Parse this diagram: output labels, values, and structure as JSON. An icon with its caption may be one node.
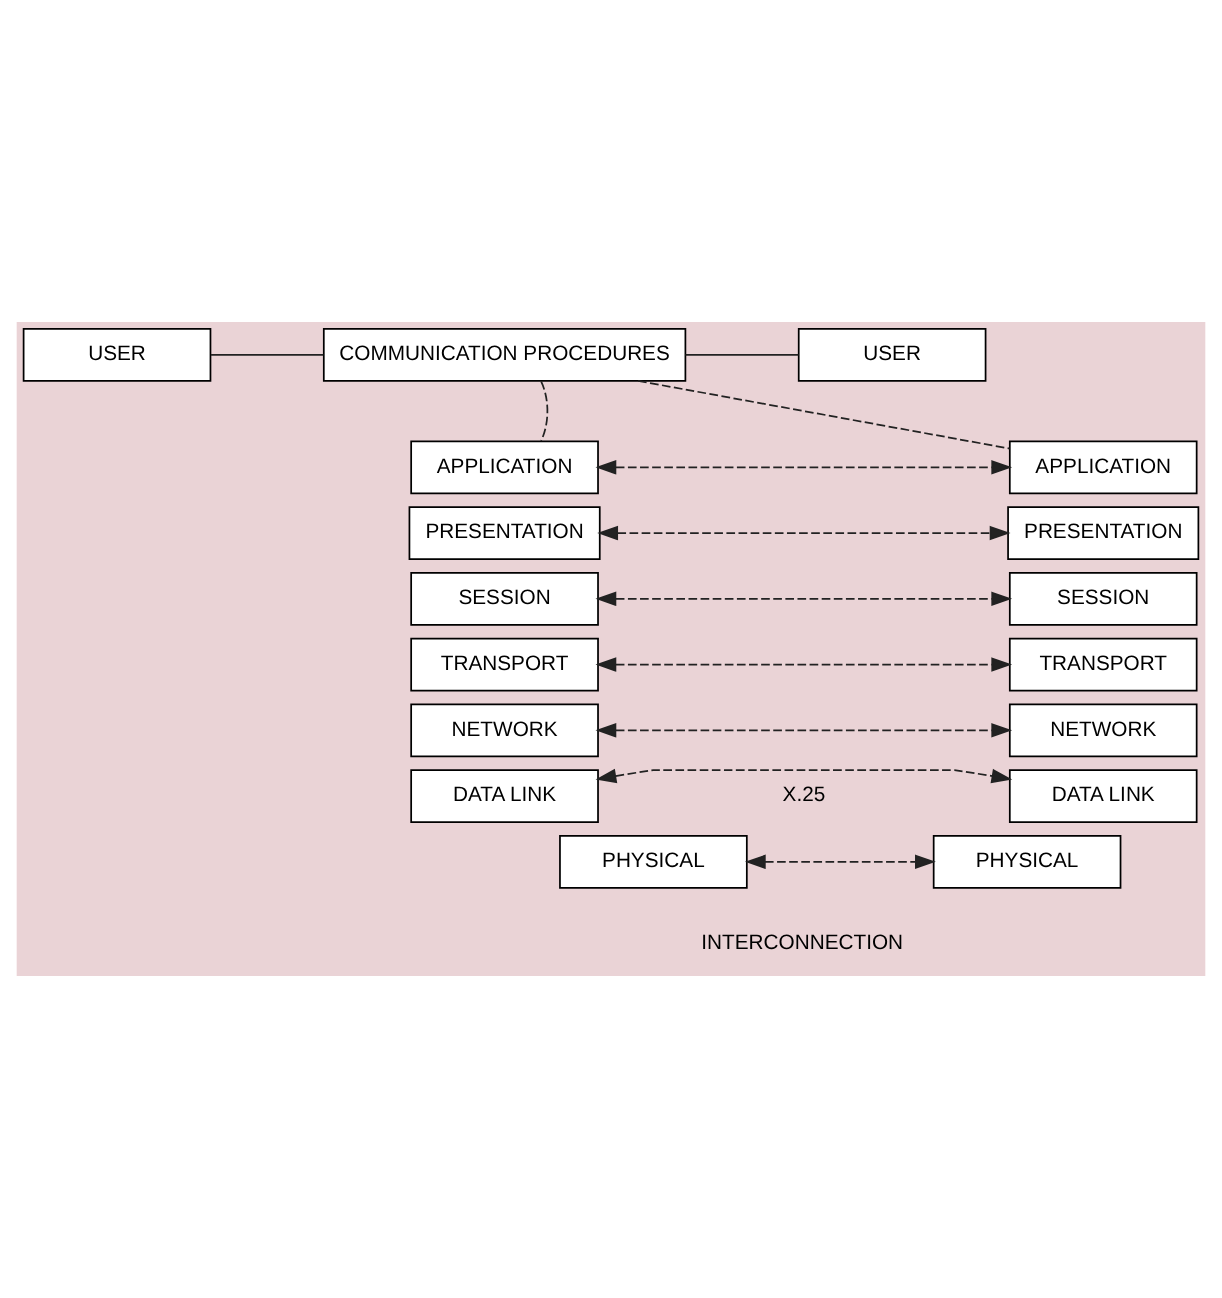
{
  "diagram": {
    "nodes": [
      {
        "text": [
          "USER"
        ]
      },
      {
        "text": [
          "COMMUNICATION PROCEDURES"
        ]
      },
      {
        "text": [
          "USER"
        ]
      },
      {
        "text": [
          "APPLICATION"
        ]
      },
      {
        "text": [
          "PRESENTATION"
        ]
      },
      {
        "text": [
          "SESSION"
        ]
      },
      {
        "text": [
          "TRANSPORT"
        ]
      },
      {
        "text": [
          "NETWORK"
        ]
      },
      {
        "text": [
          "DATA LINK"
        ]
      },
      {
        "text": [
          "PHYSICAL"
        ]
      },
      {
        "text": [
          "APPLICATION"
        ]
      },
      {
        "text": [
          "PRESENTATION"
        ]
      },
      {
        "text": [
          "SESSION"
        ]
      },
      {
        "text": [
          "TRANSPORT"
        ]
      },
      {
        "text": [
          "NETWORK"
        ]
      },
      {
        "text": [
          "DATA LINK"
        ]
      },
      {
        "text": [
          "PHYSICAL"
        ]
      }
    ],
    "edges": [
      {
        "from": 0,
        "to": 1,
        "arrow": "none"
      },
      {
        "from": 1,
        "to": 2,
        "arrow": "none"
      },
      {
        "from": 1,
        "to": 3,
        "arrow": "none",
        "style": "dashed"
      },
      {
        "from": 1,
        "to": 10,
        "arrow": "none",
        "style": "dashed"
      },
      {
        "from": 3,
        "to": 10,
        "arrow": "both",
        "style": "dashed"
      },
      {
        "from": 4,
        "to": 11,
        "arrow": "both",
        "style": "dashed"
      },
      {
        "from": 5,
        "to": 12,
        "arrow": "both",
        "style": "dashed"
      },
      {
        "from": 6,
        "to": 13,
        "arrow": "both",
        "style": "dashed"
      },
      {
        "from": 7,
        "to": 14,
        "arrow": "both",
        "style": "dashed"
      },
      {
        "from": 8,
        "to": 15,
        "arrow": "both",
        "style": "dashed"
      },
      {
        "from": 9,
        "to": 16,
        "arrow": "both",
        "style": "dashed"
      }
    ],
    "labels": [
      "X.25",
      "INTERCONNECTION"
    ]
  }
}
